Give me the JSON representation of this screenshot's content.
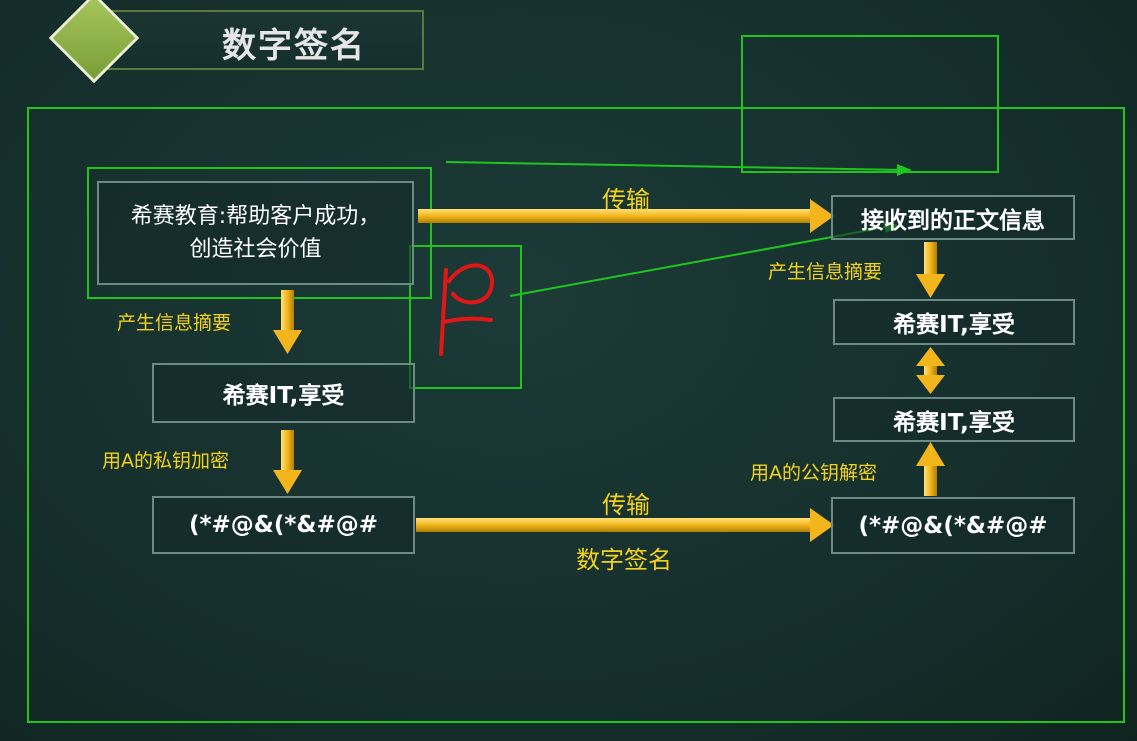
{
  "title": "数字签名",
  "nodes": {
    "sender_message": "希赛教育:帮助客户成功，创造社会价值",
    "sender_digest": "希赛IT,享受",
    "sender_encrypted": "(*#@&(*&#@#",
    "receiver_message": "接收到的正文信息",
    "receiver_digest": "希赛IT,享受",
    "receiver_decrypted": "希赛IT,享受",
    "receiver_encrypted": "(*#@&(*&#@#"
  },
  "labels": {
    "transfer_top": "传输",
    "transfer_bottom": "传输",
    "signature": "数字签名",
    "left_digest": "产生信息摘要",
    "left_encrypt": "用A的私钥加密",
    "right_digest": "产生信息摘要",
    "right_decrypt": "用A的公钥解密"
  },
  "annotation": {
    "handwritten_letter": "P"
  },
  "colors": {
    "background": "#173330",
    "frame_green": "#1fc51f",
    "node_border": "#6c8a86",
    "arrow_gold": "#f3b51c",
    "label_yellow": "#f2d21c",
    "ink_red": "#e31616",
    "title_accent": "#8fb44a"
  }
}
